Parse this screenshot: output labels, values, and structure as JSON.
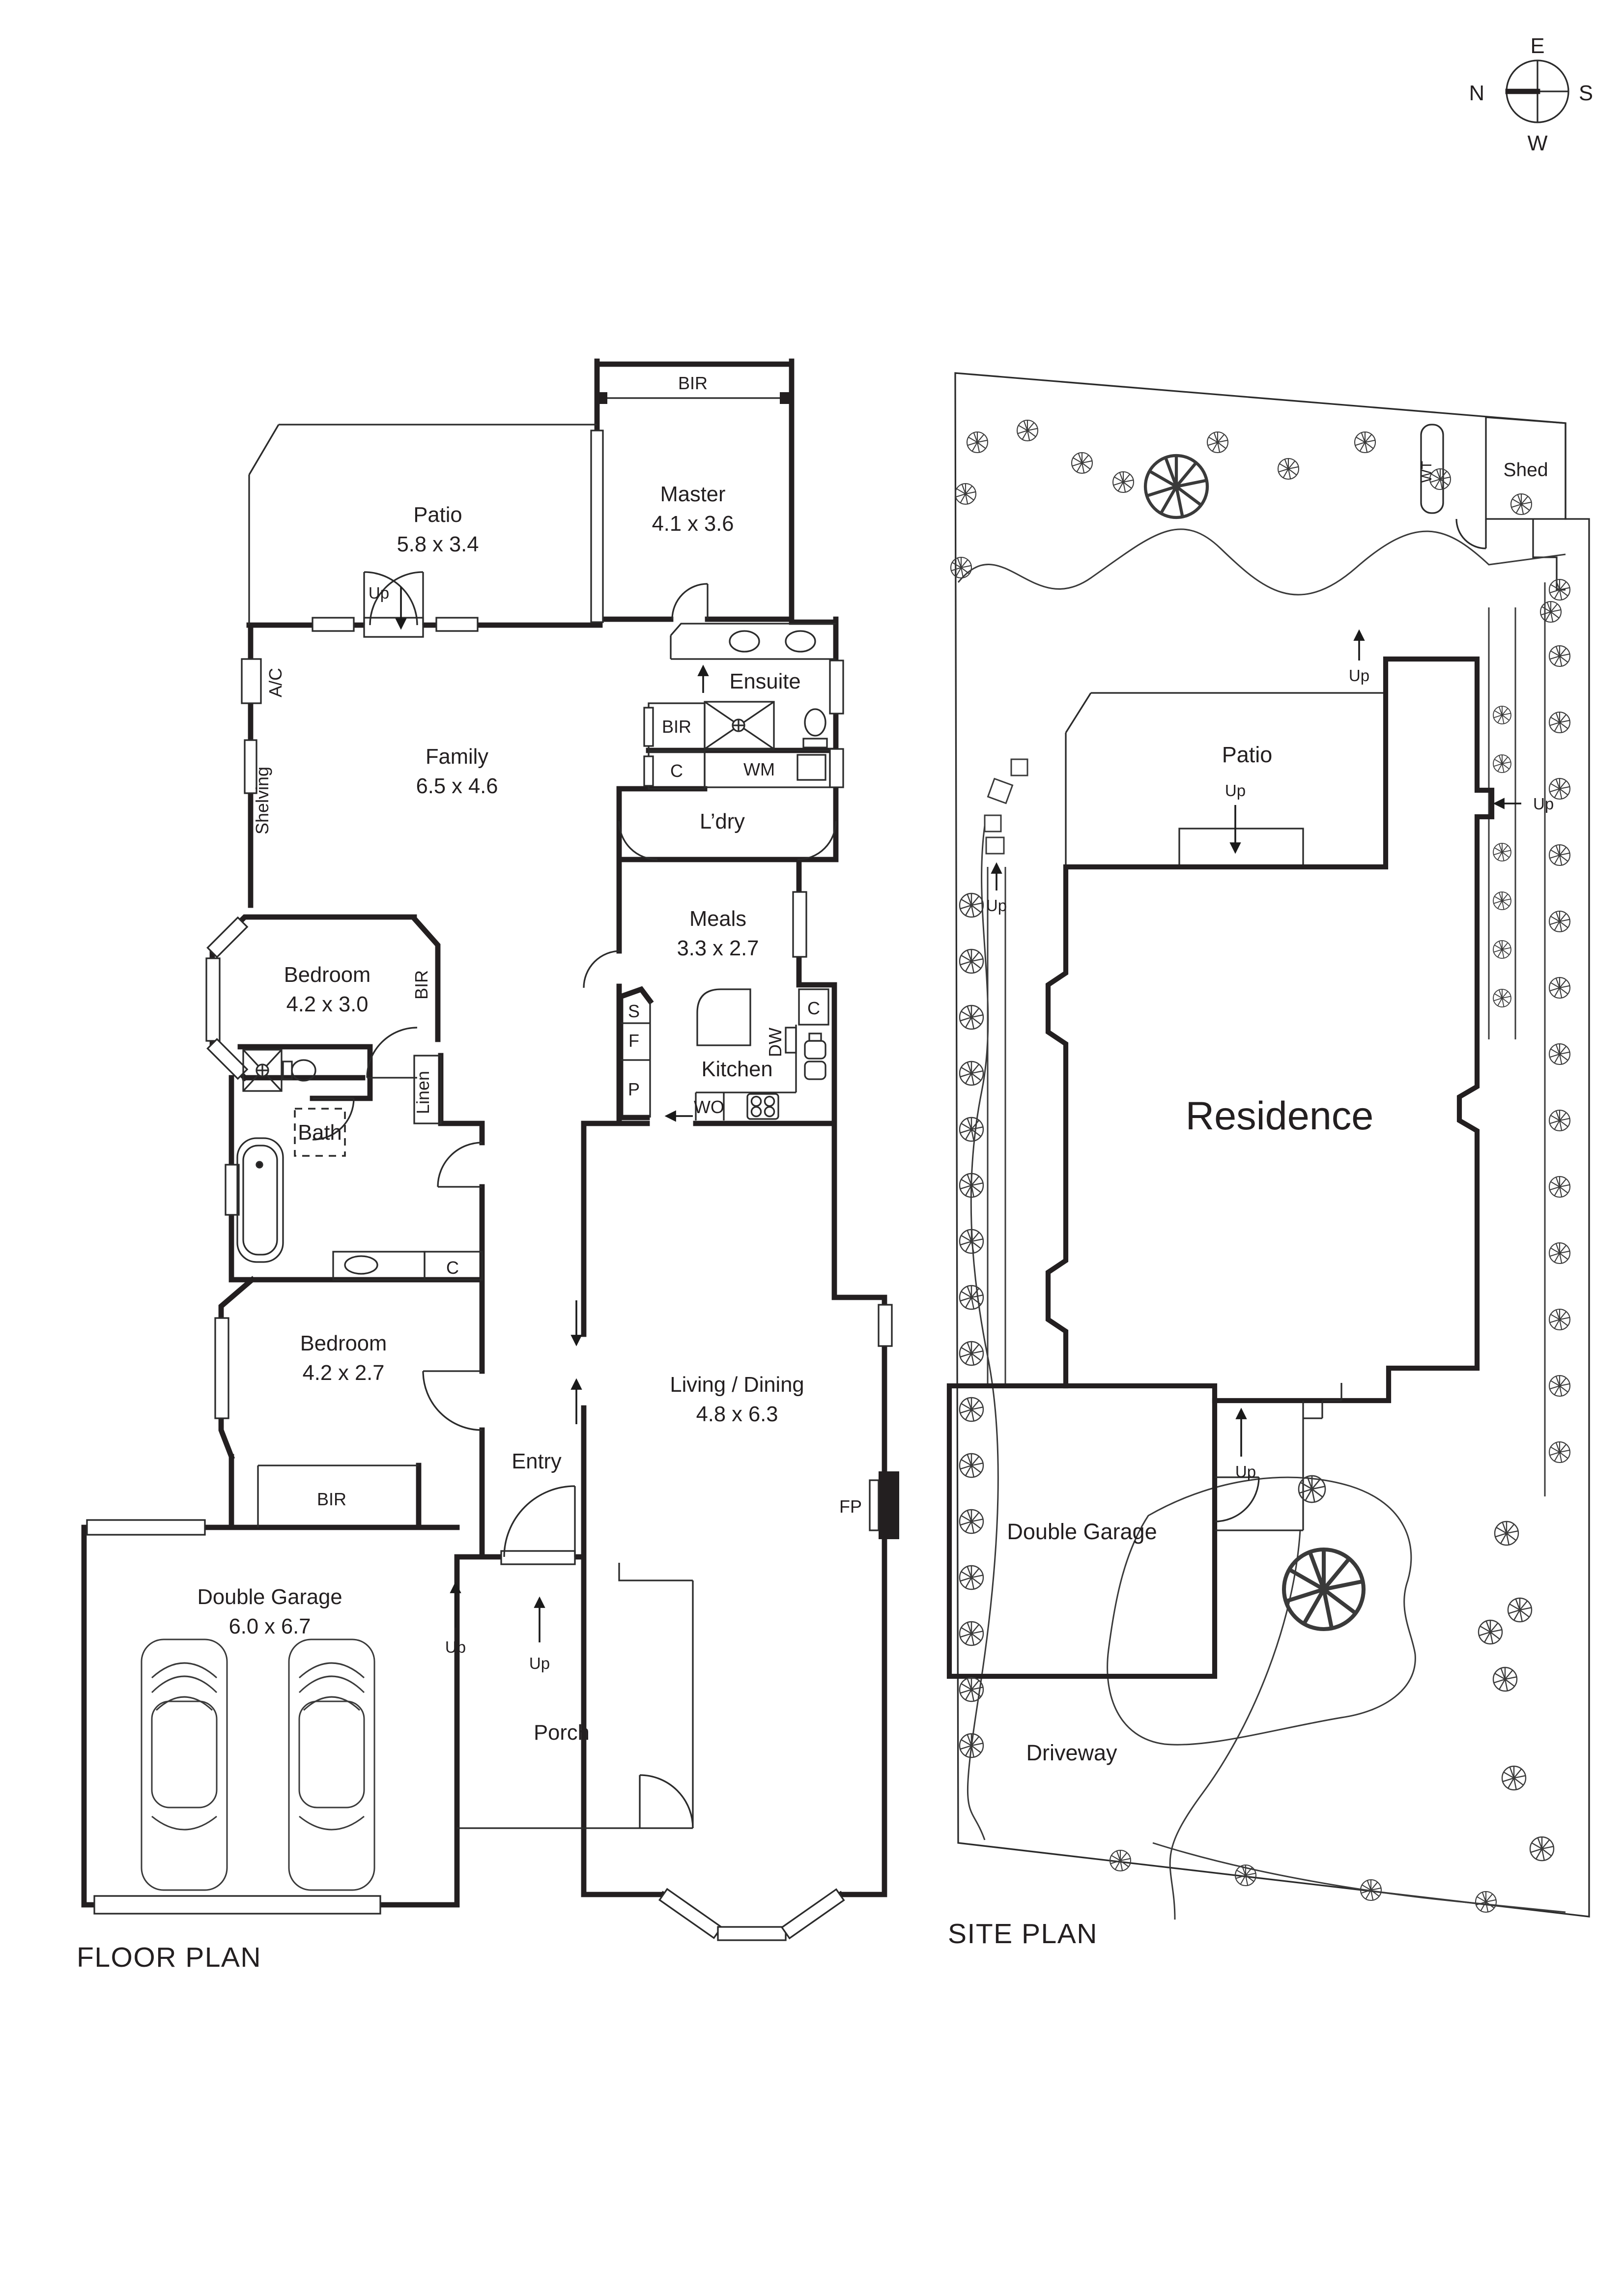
{
  "compass": {
    "n": "N",
    "e": "E",
    "s": "S",
    "w": "W"
  },
  "floor_plan": {
    "title": "FLOOR PLAN",
    "labels": {
      "bir_top": "BIR",
      "master_name": "Master",
      "master_dims": "4.1 x 3.6",
      "patio_name": "Patio",
      "patio_dims": "5.8 x 3.4",
      "up": "Up",
      "ac": "A/C",
      "shelving": "Shelving",
      "family_name": "Family",
      "family_dims": "6.5 x 4.6",
      "ensuite": "Ensuite",
      "bir_ensuite": "BIR",
      "c_ensuite": "C",
      "wm": "WM",
      "ldry": "L’dry",
      "meals_name": "Meals",
      "meals_dims": "3.3 x 2.7",
      "bedroom1_name": "Bedroom",
      "bedroom1_dims": "4.2 x 3.0",
      "bir_bed1": "BIR",
      "linen": "Linen",
      "s": "S",
      "f": "F",
      "p": "P",
      "kitchen": "Kitchen",
      "dw": "DW",
      "c_kitchen": "C",
      "wo": "WO",
      "bath": "Bath",
      "c_bath": "C",
      "bedroom2_name": "Bedroom",
      "bedroom2_dims": "4.2 x 2.7",
      "bir_bed2": "BIR",
      "entry": "Entry",
      "living_name": "Living / Dining",
      "living_dims": "4.8 x 6.3",
      "fp": "FP",
      "garage_name": "Double Garage",
      "garage_dims": "6.0 x 6.7",
      "porch": "Porch"
    }
  },
  "site_plan": {
    "title": "SITE PLAN",
    "labels": {
      "shed": "Shed",
      "wt": "WT",
      "patio": "Patio",
      "residence": "Residence",
      "garage": "Double Garage",
      "driveway": "Driveway",
      "up": "Up"
    }
  }
}
